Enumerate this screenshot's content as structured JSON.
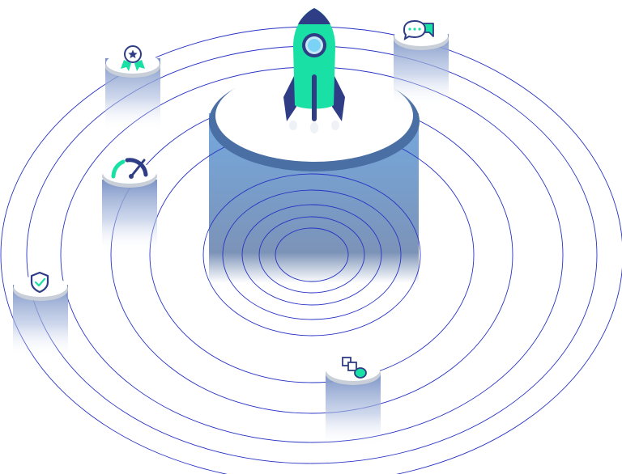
{
  "colors": {
    "line": "#2733c4",
    "navy": "#2f3d86",
    "mint": "#19e0a4",
    "window": "#7ad3f5",
    "pillar_top": "#74a9df",
    "pillar_bottom": "#7c93b8",
    "disc": "#ffffff",
    "disc_rim": "#4a6fa4",
    "node_rim": "#c9cfd8",
    "node_shade": "#7b93c5"
  },
  "hub": {
    "icon": "rocket-icon"
  },
  "nodes": [
    {
      "name": "award-badge",
      "icon": "award-icon"
    },
    {
      "name": "speed-gauge",
      "icon": "gauge-icon"
    },
    {
      "name": "security-shield",
      "icon": "shield-check-icon"
    },
    {
      "name": "chat-bubbles",
      "icon": "chat-icon"
    },
    {
      "name": "integrations",
      "icon": "shapes-icon"
    }
  ]
}
